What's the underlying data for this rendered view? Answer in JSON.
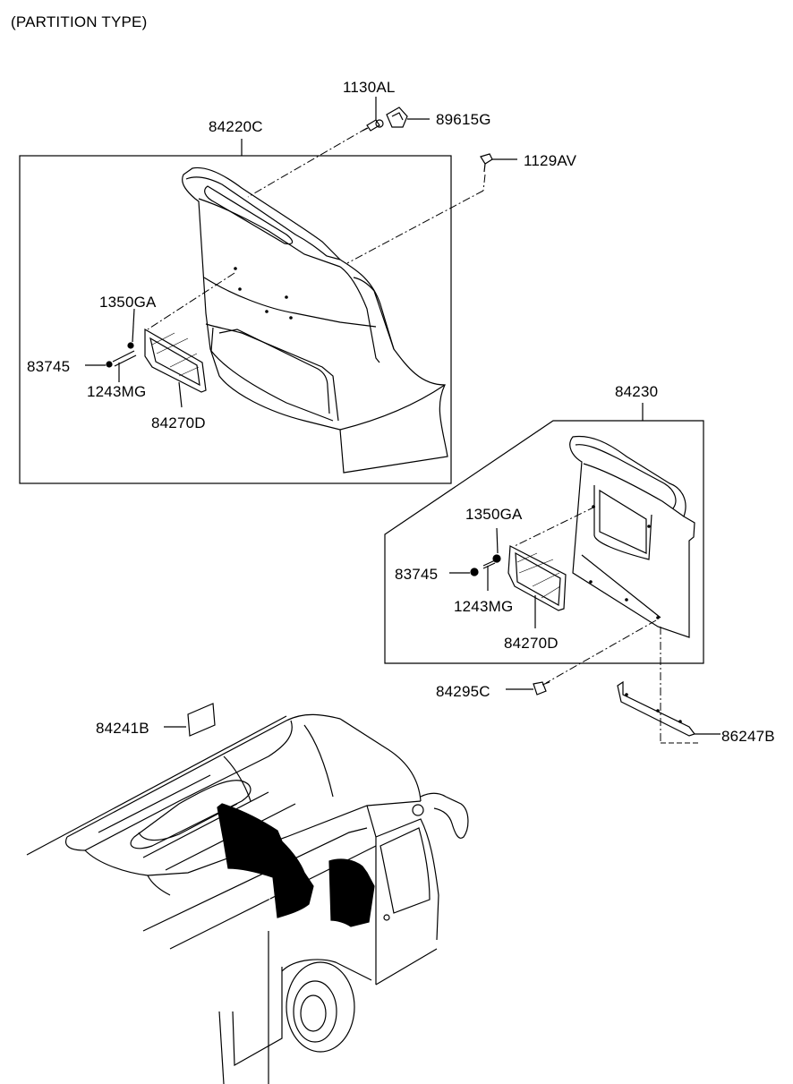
{
  "header": {
    "title": "(PARTITION TYPE)"
  },
  "labels": {
    "p1130al": "1130AL",
    "p89615g": "89615G",
    "p84220c": "84220C",
    "p1129av": "1129AV",
    "p1350ga_a": "1350GA",
    "p83745_a": "83745",
    "p1243mg_a": "1243MG",
    "p84270d_a": "84270D",
    "p84230": "84230",
    "p1350ga_b": "1350GA",
    "p83745_b": "83745",
    "p1243mg_b": "1243MG",
    "p84270d_b": "84270D",
    "p84295c": "84295C",
    "p84241b": "84241B",
    "p86247b": "86247B"
  }
}
